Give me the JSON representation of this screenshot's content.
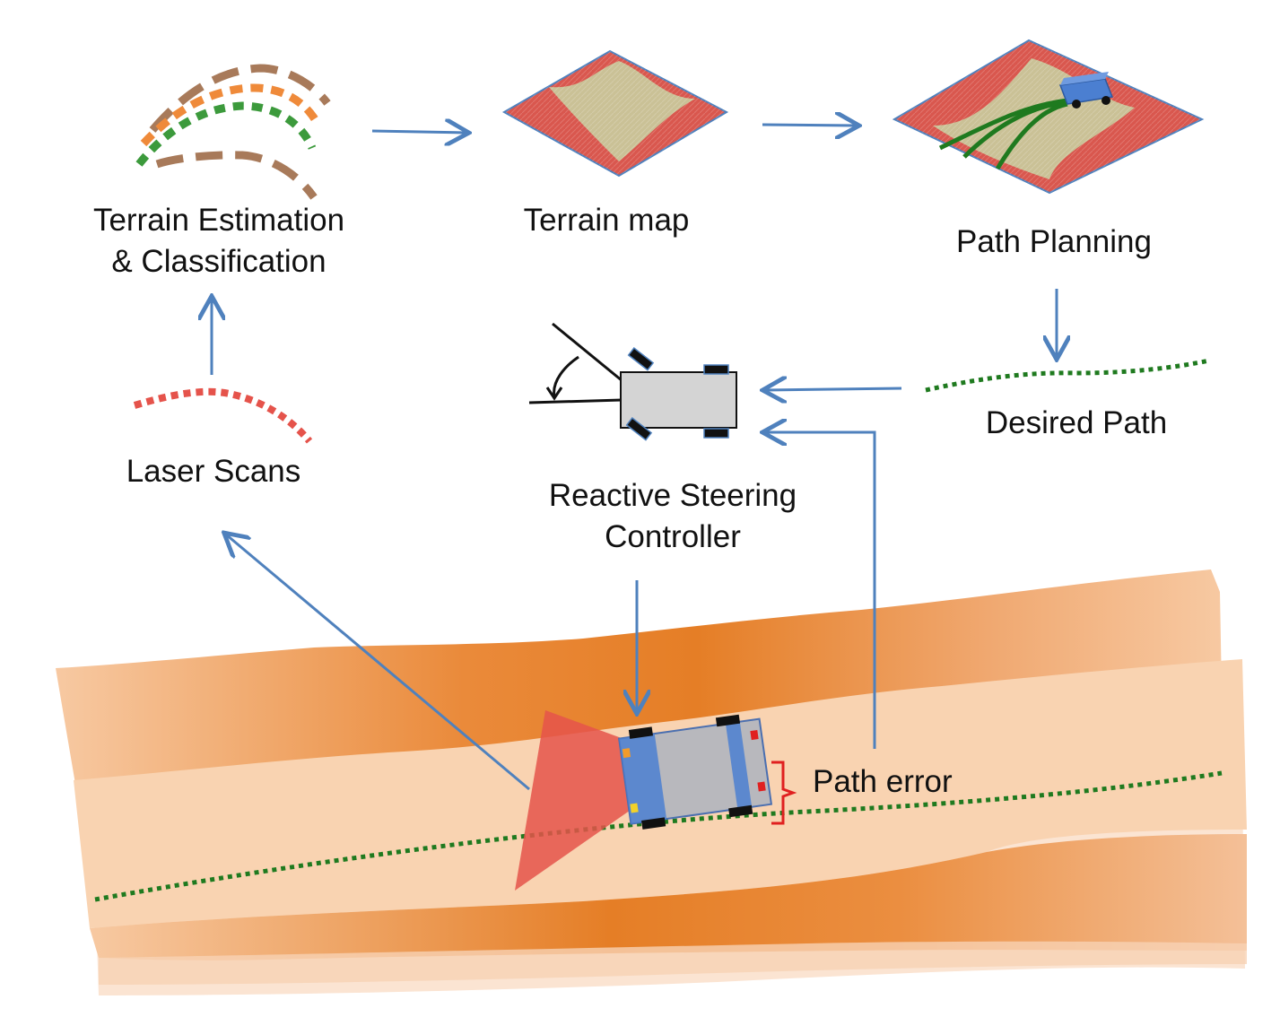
{
  "labels": {
    "terrain_estimation_line1": "Terrain Estimation",
    "terrain_estimation_line2": "& Classification",
    "terrain_map": "Terrain map",
    "path_planning": "Path Planning",
    "desired_path": "Desired Path",
    "laser_scans": "Laser Scans",
    "steering_line1": "Reactive Steering",
    "steering_line2": "Controller",
    "path_error": "Path error"
  },
  "colors": {
    "arrow": "#4f81bd",
    "path_green": "#1f7a1f",
    "laser_red": "#e5534b",
    "terrain_orange": "#e8802c",
    "terrain_light": "#f8cfab",
    "map_red": "#d9574e",
    "map_olive": "#c9c79a",
    "vehicle_blue": "#4b7fd1",
    "vehicle_gray": "#bfbfbf",
    "error_bracket": "#e02020"
  },
  "icons": [
    "dashed-scan-curves-icon",
    "terrain-map-tile-icon",
    "planning-map-tile-icon",
    "vehicle-top-view-icon",
    "steering-angle-icon",
    "laser-fov-triangle-icon"
  ]
}
